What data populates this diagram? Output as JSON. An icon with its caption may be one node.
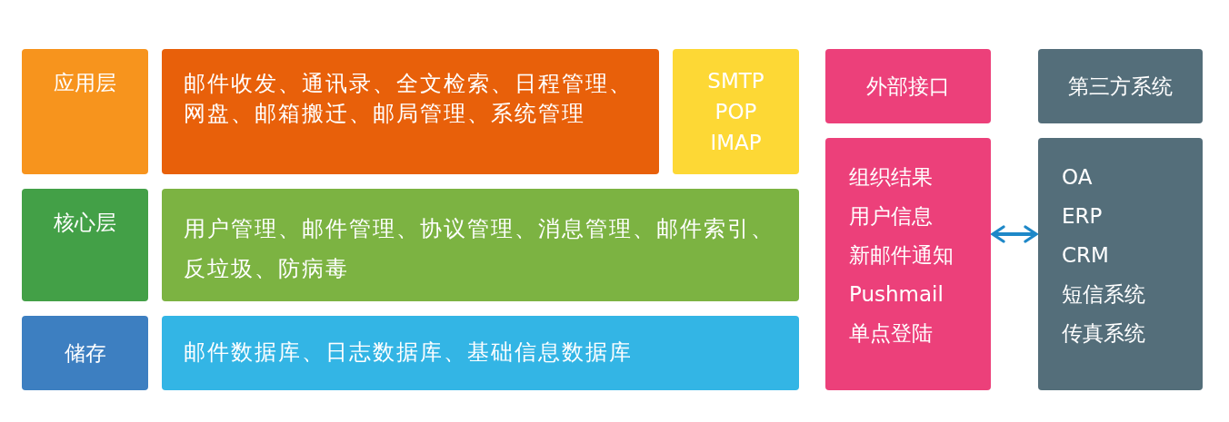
{
  "diagram": {
    "nodes": [
      {
        "text": [
          "应用层"
        ]
      },
      {
        "text": [
          "邮件收发、通讯录、全文检索、日程管理、网盘、邮箱搬迁、邮局管理、系统管理"
        ]
      },
      {
        "text": [
          "SMTP POP IMAP"
        ]
      },
      {
        "text": [
          "核心层"
        ]
      },
      {
        "text": [
          "用户管理、邮件管理、协议管理、消息管理、邮件索引、反垃圾、防病毒"
        ]
      },
      {
        "text": [
          "储存"
        ]
      },
      {
        "text": [
          "邮件数据库、日志数据库、基础信息数据库"
        ]
      },
      {
        "text": [
          "外部接口"
        ]
      },
      {
        "text": [
          "组织结果",
          "用户信息",
          "新邮件通知",
          "Pushmail",
          "单点登陆"
        ]
      },
      {
        "text": [
          "第三方系统"
        ]
      },
      {
        "text": [
          "OA",
          "ERP",
          "CRM",
          "短信系统",
          "传真系统"
        ]
      }
    ],
    "edges": [
      {
        "from": 8,
        "to": 10,
        "arrow": "both",
        "color": "#1e88c8"
      }
    ]
  }
}
